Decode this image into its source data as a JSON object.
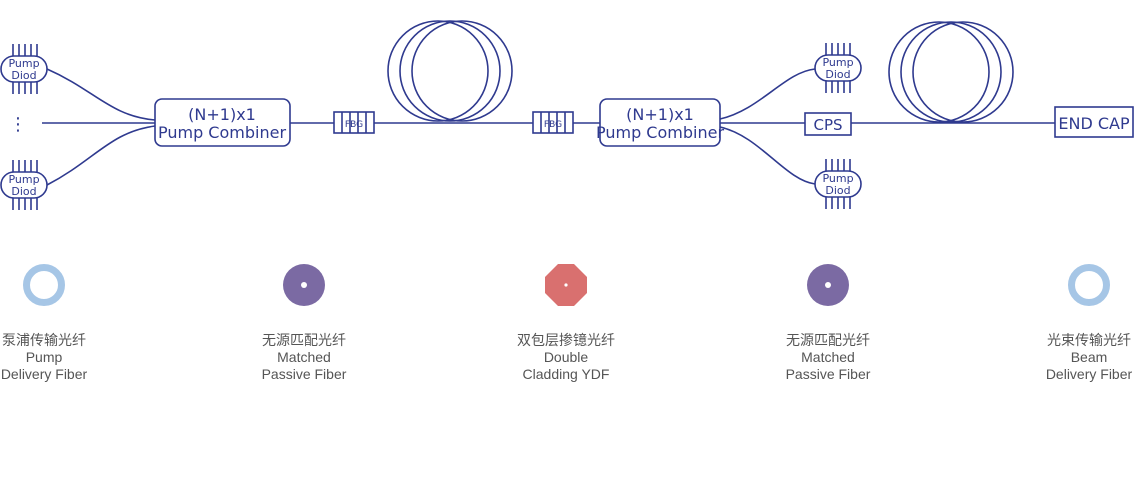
{
  "diagram": {
    "pump_label_line1": "Pump",
    "pump_label_line2": "Diod",
    "ellipsis": "⋮",
    "combiner_line1": "(N+1)x1",
    "combiner_line2": "Pump Combiner",
    "fbg_label": "FBG",
    "cps_label": "CPS",
    "endcap_label": "END CAP",
    "line_color": "#2f3a8f"
  },
  "legend": [
    {
      "cn": "泵浦传输光纤",
      "en1": "Pump",
      "en2": "Delivery Fiber",
      "icon": "ring-light-blue",
      "color": "#a6c6e6"
    },
    {
      "cn": "无源匹配光纤",
      "en1": "Matched",
      "en2": "Passive Fiber",
      "icon": "disc-purple-dot",
      "color": "#7b6aa3"
    },
    {
      "cn": "双包层掺镱光纤",
      "en1": "Double",
      "en2": "Cladding YDF",
      "icon": "octagon-red-dot",
      "color": "#d9706f"
    },
    {
      "cn": "无源匹配光纤",
      "en1": "Matched",
      "en2": "Passive Fiber",
      "icon": "disc-purple-dot",
      "color": "#7b6aa3"
    },
    {
      "cn": "光束传输光纤",
      "en1": "Beam",
      "en2": "Delivery Fiber",
      "icon": "ring-light-blue",
      "color": "#a6c6e6"
    }
  ]
}
